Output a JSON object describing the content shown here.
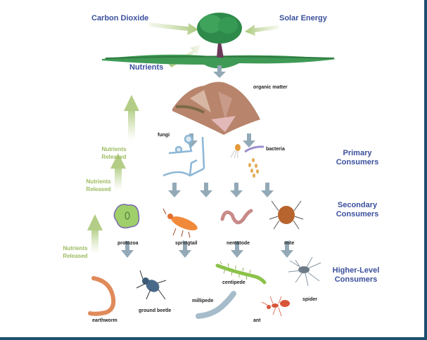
{
  "title_inputs": {
    "carbon_dioxide": "Carbon Dioxide",
    "solar_energy": "Solar Energy",
    "nutrients": "Nutrients"
  },
  "levels": {
    "primary": "Primary Consumers",
    "secondary": "Secondary Consumers",
    "higher": "Higher-Level Consumers"
  },
  "nutrients_released": [
    "Nutrients Released",
    "Nutrients Released",
    "Nutrients Released"
  ],
  "organisms": {
    "organic_matter": "organic matter",
    "fungi": "fungi",
    "bacteria": "bacteria",
    "protozoa": "protozoa",
    "springtail": "springtail",
    "nematode": "nematode",
    "mite": "mite",
    "earthworm": "earthworm",
    "ground_beetle": "ground beetle",
    "millipede": "millipede",
    "centipede": "centipede",
    "ant": "ant",
    "spider": "spider"
  },
  "colors": {
    "label_blue": "#3a4f9c",
    "nutrient_green": "#9cbb5e",
    "flow_arrow": "#93a9b7",
    "frame": "#1d4f6e"
  }
}
